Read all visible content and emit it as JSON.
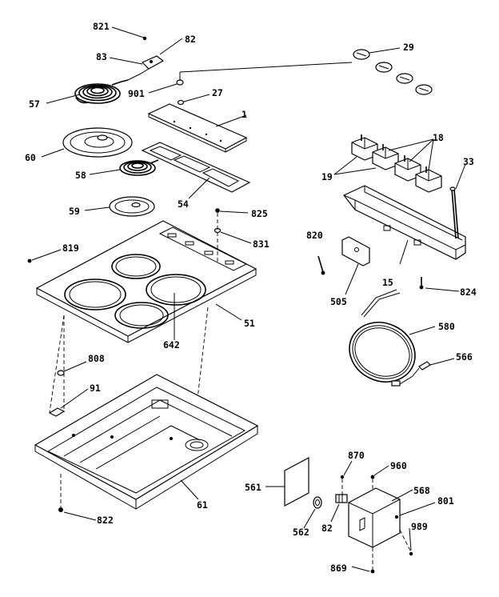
{
  "diagram": {
    "labels": {
      "l821": "821",
      "l82a": "82",
      "l83": "83",
      "l57": "57",
      "l901": "901",
      "l27": "27",
      "l29": "29",
      "l1": "1",
      "l60": "60",
      "l58": "58",
      "l54": "54",
      "l59": "59",
      "l825": "825",
      "l831": "831",
      "l18": "18",
      "l19": "19",
      "l33": "33",
      "l820": "820",
      "l819": "819",
      "l15": "15",
      "l824": "824",
      "l505": "505",
      "l51": "51",
      "l642": "642",
      "l580": "580",
      "l566": "566",
      "l808": "808",
      "l91": "91",
      "l870": "870",
      "l960": "960",
      "l561": "561",
      "l568": "568",
      "l801": "801",
      "l822": "822",
      "l61": "61",
      "l562": "562",
      "l82b": "82",
      "l869": "869",
      "l989": "989"
    }
  }
}
